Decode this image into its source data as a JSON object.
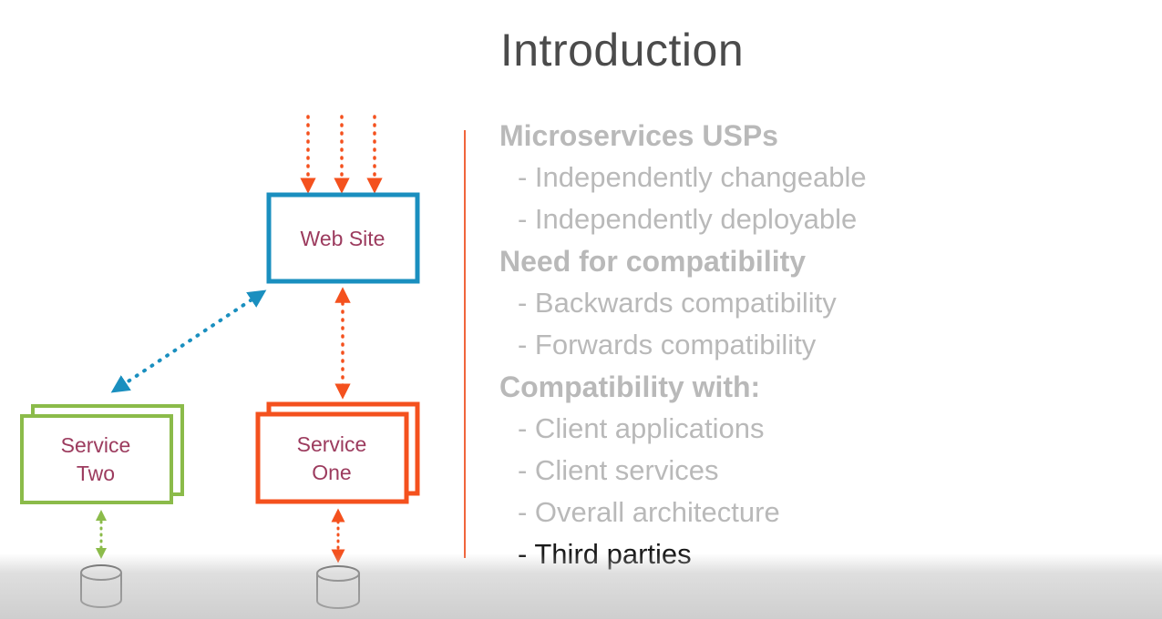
{
  "slide": {
    "title": "Introduction"
  },
  "diagram": {
    "web_site_label": "Web Site",
    "service_two_label_line1": "Service",
    "service_two_label_line2": "Two",
    "service_one_label_line1": "Service",
    "service_one_label_line2": "One",
    "colors": {
      "web_site_border": "#1a8fbf",
      "service_two_border": "#8bbb4a",
      "service_one_border": "#f4511e",
      "label_text": "#9c3b5e",
      "arrow_orange": "#f4511e",
      "arrow_blue": "#1a8fbf",
      "arrow_green": "#8bbb4a"
    }
  },
  "bullets": {
    "sections": [
      {
        "heading": "Microservices USPs",
        "items": [
          "- Independently changeable",
          "- Independently deployable"
        ]
      },
      {
        "heading": "Need for compatibility",
        "items": [
          "- Backwards compatibility",
          "- Forwards compatibility"
        ]
      },
      {
        "heading": "Compatibility with:",
        "items": [
          "- Client applications",
          "- Client services",
          "- Overall architecture",
          "- Third parties"
        ]
      }
    ],
    "highlighted_item": "- Third parties"
  }
}
